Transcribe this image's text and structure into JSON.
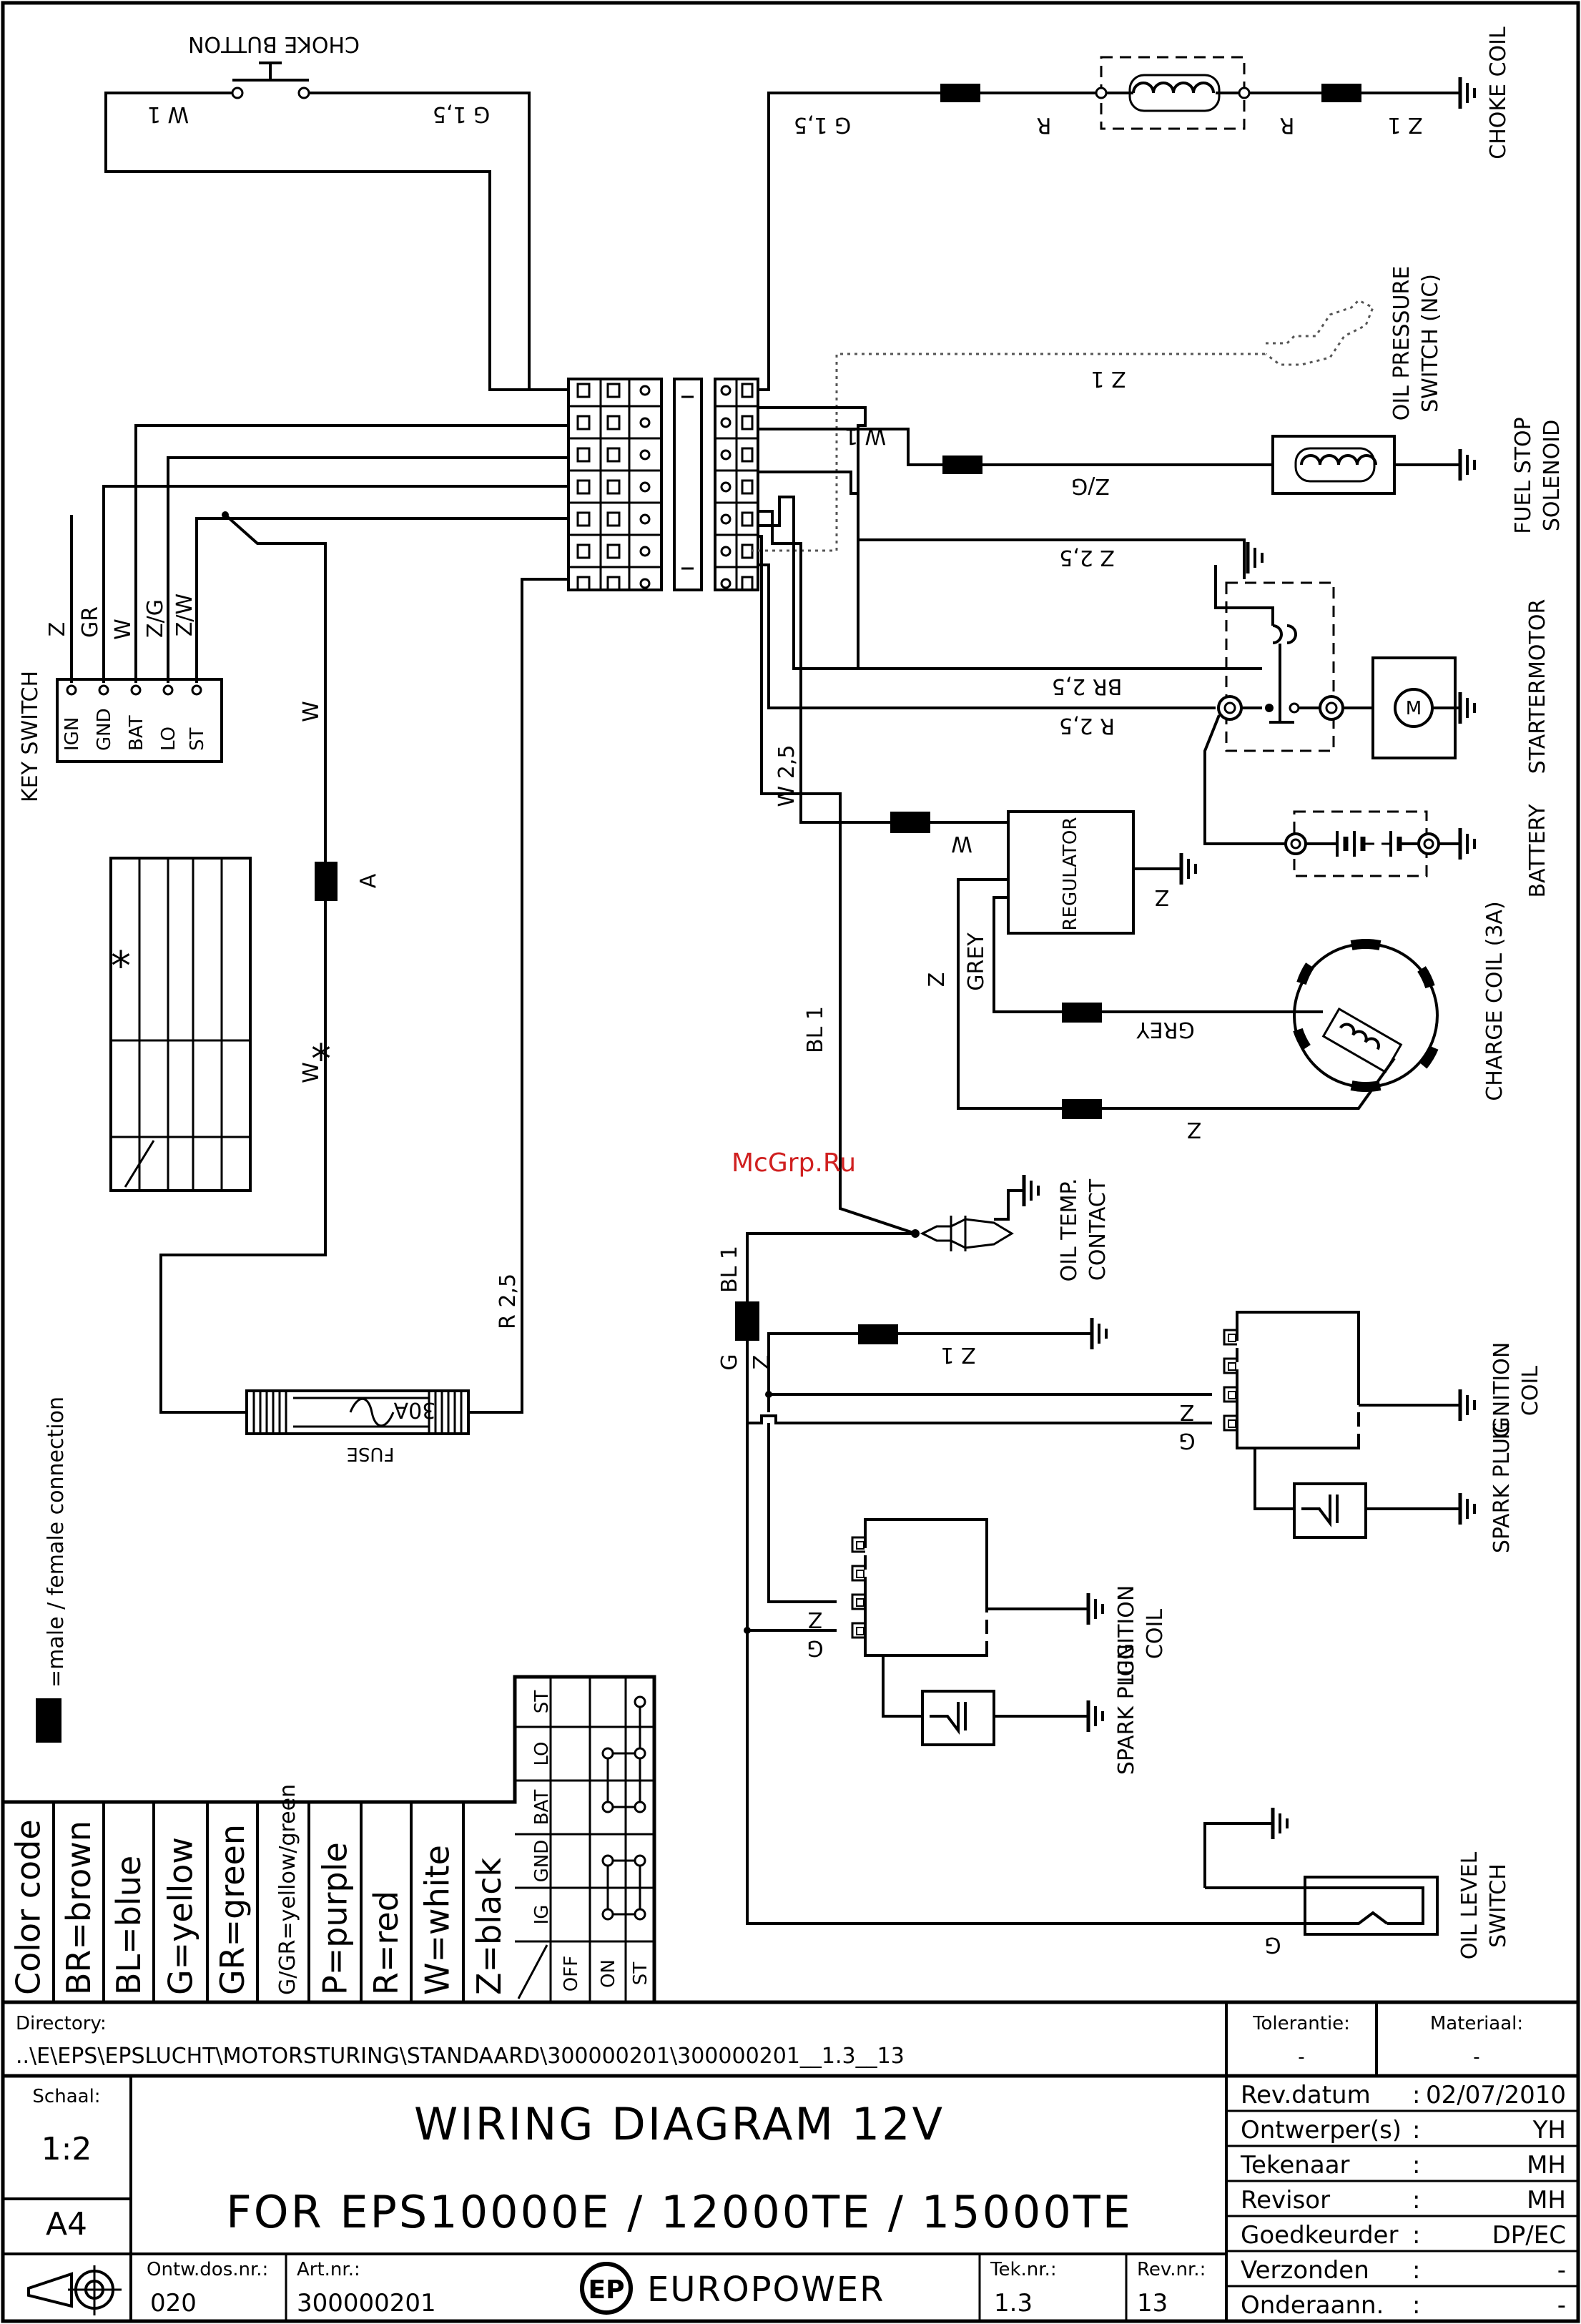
{
  "watermark": "McGrp.Ru",
  "wires": {
    "W1_top": "W 1",
    "G15_left": "G 1,5",
    "G15_right": "G 1,5",
    "R_a": "R",
    "R_b": "R",
    "Z1_choke": "Z 1",
    "Z1_oil": "Z 1",
    "W1_term": "W 1",
    "ZG": "Z/G",
    "Z25": "Z 2,5",
    "BR25": "BR 2,5",
    "R25_r": "R 2,5",
    "W25": "W 2,5",
    "W_reg": "W",
    "Z_reg": "Z",
    "Z_side": "Z",
    "GREY_v": "GREY",
    "GREY_h": "GREY",
    "Z_cc": "Z",
    "BL1_a": "BL 1",
    "BL1_b": "BL 1",
    "Z1_ign": "Z 1",
    "G_v": "G",
    "Z_v": "Z",
    "Z_ig1": "Z",
    "G_ig1": "G",
    "Z_ig2": "Z",
    "G_ig2": "G",
    "G_oil": "G",
    "W_fuse": "W",
    "A": "A",
    "W_star": "W",
    "star": "*",
    "R25_fuse": "R 2,5",
    "ks_Z": "Z",
    "ks_GR": "GR",
    "ks_W": "W",
    "ks_ZG": "Z/G",
    "ks_ZW": "Z/W"
  },
  "components": {
    "choke_button": "CHOKE BUTTON",
    "choke_coil": "CHOKE COIL",
    "oil_pressure_1": "OIL PRESSURE",
    "oil_pressure_2": "SWITCH (NC)",
    "fuel_stop_1": "FUEL STOP",
    "fuel_stop_2": "SOLENOID",
    "startermotor": "STARTERMOTOR",
    "motor_symbol": "M",
    "battery": "BATTERY",
    "regulator": "REGULATOR",
    "charge_coil": "CHARGE COIL (3A)",
    "oil_temp_1": "OIL TEMP.",
    "oil_temp_2": "CONTACT",
    "ignition_coil_1": "IGNITION",
    "ignition_coil_2": "COIL",
    "spark_plug": "SPARK PLUG",
    "oil_level_1": "OIL LEVEL",
    "oil_level_2": "SWITCH",
    "key_switch": "KEY SWITCH",
    "key_pins": [
      "IGN",
      "GND",
      "BAT",
      "LO",
      "ST"
    ],
    "fuse": "FUSE",
    "fuse_rating": "30A",
    "legend_conn": "=male / female connection"
  },
  "color_code": {
    "title": "Color code",
    "entries": [
      "BR=brown",
      "BL=blue",
      "G=yellow",
      "GR=green",
      "G/GR=yellow/green",
      "P=purple",
      "R=red",
      "W=white",
      "Z=black"
    ]
  },
  "switch_table": {
    "columns": [
      "IG",
      "GND",
      "BAT",
      "LO",
      "ST"
    ],
    "rows": [
      "OFF",
      "ON",
      "ST"
    ]
  },
  "title_block": {
    "directory_label": "Directory:",
    "directory": "..\\E\\EPS\\EPSLUCHT\\MOTORSTURING\\STANDAARD\\300000201\\300000201__1.3__13",
    "tolerantie_label": "Tolerantie:",
    "tolerantie": "-",
    "materiaal_label": "Materiaal:",
    "materiaal": "-",
    "schaal_label": "Schaal:",
    "schaal": "1:2",
    "format": "A4",
    "title_line1": "WIRING DIAGRAM 12V",
    "title_line2": "FOR EPS10000E / 12000TE / 15000TE",
    "rev": [
      {
        "label": "Rev.datum",
        "sep": ":",
        "value": "02/07/2010"
      },
      {
        "label": "Ontwerper(s)",
        "sep": ":",
        "value": "YH"
      },
      {
        "label": "Tekenaar",
        "sep": ":",
        "value": "MH"
      },
      {
        "label": "Revisor",
        "sep": ":",
        "value": "MH"
      },
      {
        "label": "Goedkeurder",
        "sep": ":",
        "value": "DP/EC"
      },
      {
        "label": "Verzonden",
        "sep": ":",
        "value": "-"
      },
      {
        "label": "Onderaann.",
        "sep": ":",
        "value": "-"
      }
    ],
    "ontw_label": "Ontw.dos.nr.:",
    "ontw": "020",
    "art_label": "Art.nr.:",
    "art": "300000201",
    "company": "EUROPOWER",
    "logo_text": "EP",
    "tek_label": "Tek.nr.:",
    "tek": "1.3",
    "revnr_label": "Rev.nr.:",
    "revnr": "13"
  }
}
